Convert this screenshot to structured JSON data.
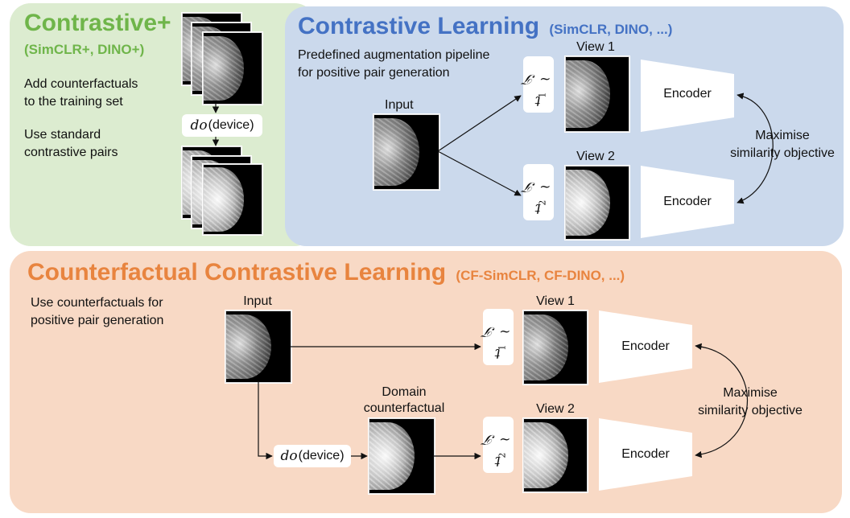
{
  "contrastive_plus": {
    "title": "Contrastive+",
    "subtitle": "(SimCLR+, DINO+)",
    "line1a": "Add counterfactuals",
    "line1b": "to the training set",
    "line2a": "Use standard",
    "line2b": "contrastive pairs",
    "do_text": "(device)"
  },
  "contrastive": {
    "title": "Contrastive Learning",
    "subtitle": "(SimCLR, DINO, ...)",
    "desc_a": "Predefined augmentation pipeline",
    "desc_b": "for positive pair generation",
    "input_label": "Input",
    "view1_label": "View 1",
    "view2_label": "View 2",
    "encoder_label": "Encoder",
    "objective_a": "Maximise",
    "objective_b": "similarity objective"
  },
  "counterfactual": {
    "title": "Counterfactual Contrastive Learning",
    "subtitle": "(CF-SimCLR, CF-DINO, ...)",
    "desc_a": "Use counterfactuals for",
    "desc_b": "positive pair generation",
    "input_label": "Input",
    "domain_a": "Domain",
    "domain_b": "counterfactual",
    "view1_label": "View 1",
    "view2_label": "View 2",
    "encoder_label": "Encoder",
    "objective_a": "Maximise",
    "objective_b": "similarity objective",
    "do_text": "(device)"
  },
  "math": {
    "t": "t",
    "sub1": "1",
    "sub2": "2",
    "dist": " ~ 𝒯",
    "do": "do"
  },
  "colors": {
    "green_panel": "#dcecd0",
    "blue_panel": "#cbd9ec",
    "orange_panel": "#f8d9c5",
    "green_title": "#6fb54a",
    "blue_title": "#4472c4",
    "orange_title": "#e8843f"
  }
}
